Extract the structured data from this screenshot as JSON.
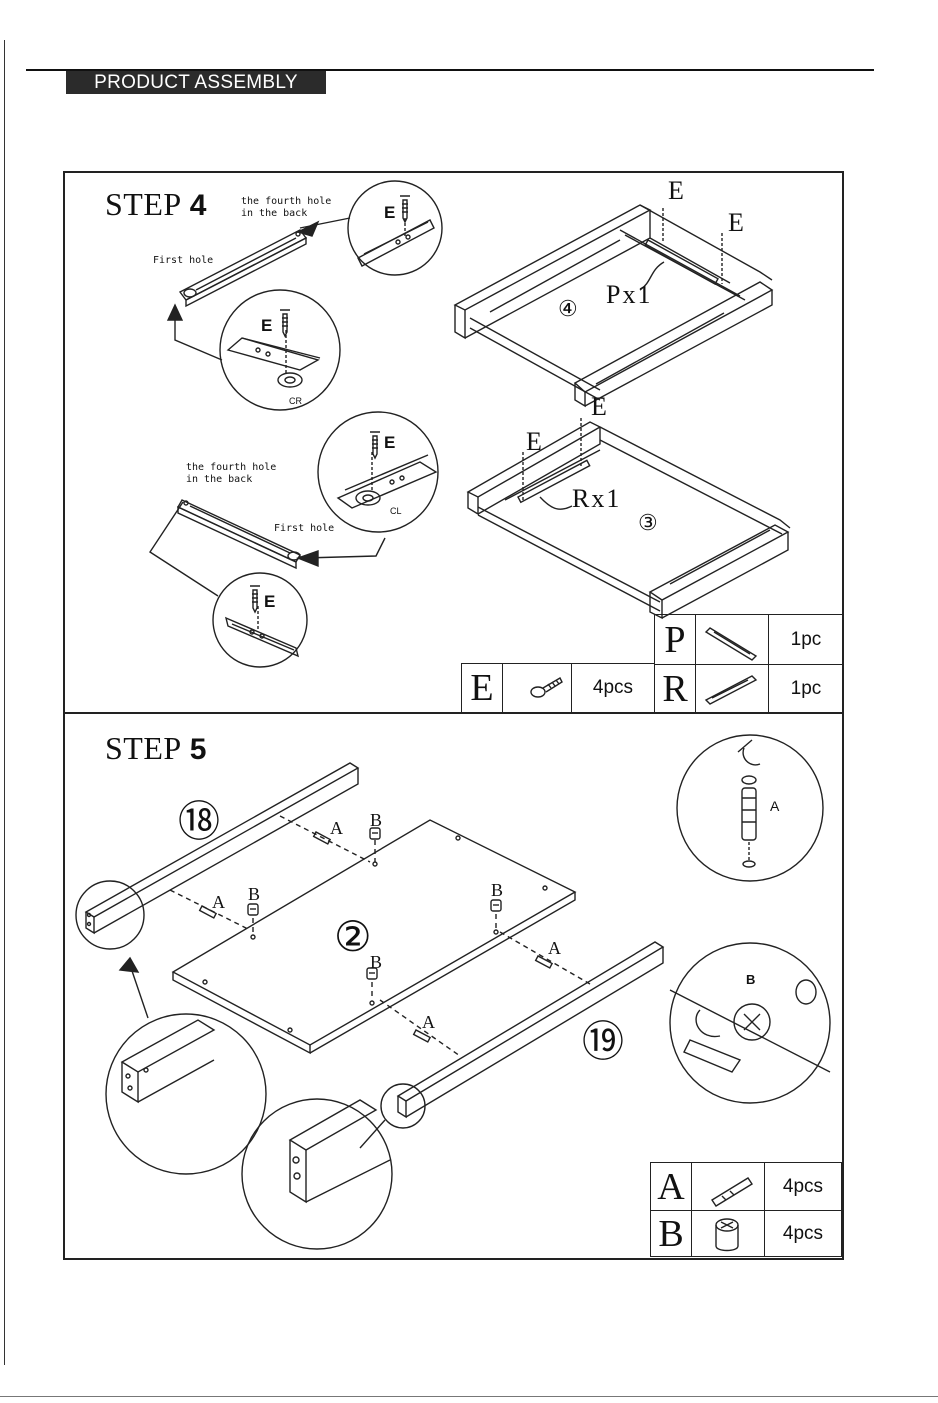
{
  "header": {
    "title": "PRODUCT ASSEMBLY"
  },
  "step4": {
    "title": "STEP",
    "number": "4",
    "label_fourth_hole_top": "the fourth hole\nin the back",
    "label_first_hole_top": "First hole",
    "label_fourth_hole_bottom": "the fourth hole\nin the back",
    "label_first_hole_bottom": "First hole",
    "callout_e": "E",
    "callout_cr": "CR",
    "callout_cl": "CL",
    "frame_top_label": "Px1",
    "frame_top_number": "④",
    "frame_bottom_label": "Rx1",
    "frame_bottom_number": "③",
    "screw_label": "E",
    "parts": [
      {
        "letter": "P",
        "qty": "1pc"
      },
      {
        "letter": "R",
        "qty": "1pc"
      },
      {
        "letter": "E",
        "qty": "4pcs"
      }
    ]
  },
  "step5": {
    "title": "STEP",
    "number": "5",
    "panel_number": "②",
    "rail_left_number": "⑱",
    "rail_right_number": "⑲",
    "label_a": "A",
    "label_b": "B",
    "parts": [
      {
        "letter": "A",
        "qty": "4pcs"
      },
      {
        "letter": "B",
        "qty": "4pcs"
      }
    ]
  }
}
